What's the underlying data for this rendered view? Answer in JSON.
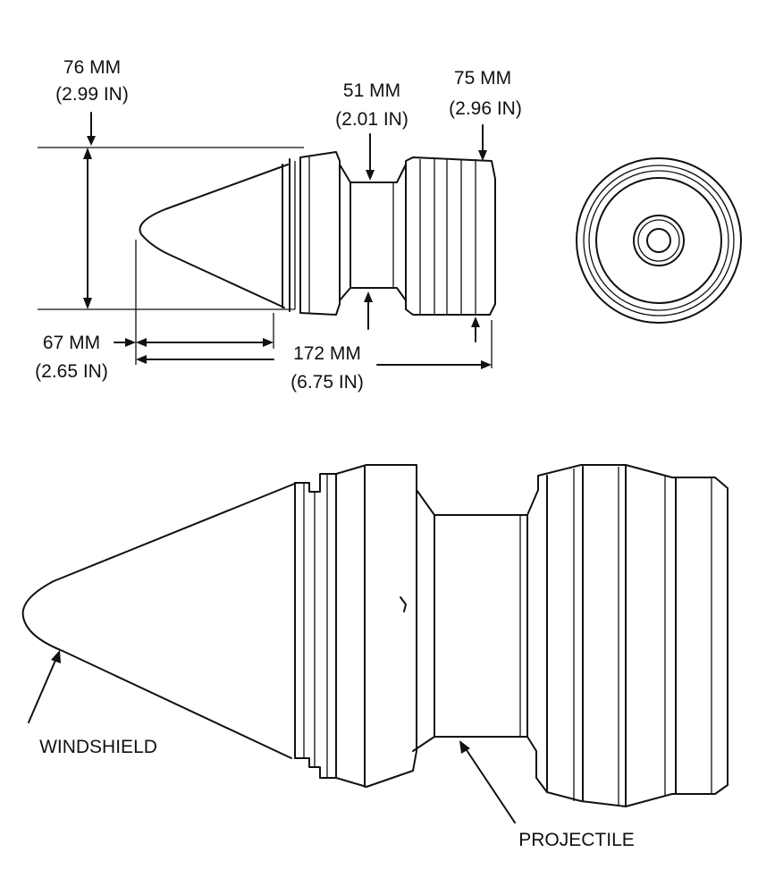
{
  "dimensions": {
    "height": {
      "mm": "76 MM",
      "in": "(2.99 IN)"
    },
    "neck": {
      "mm": "51 MM",
      "in": "(2.01 IN)"
    },
    "rear": {
      "mm": "75 MM",
      "in": "(2.96 IN)"
    },
    "windshield_len": {
      "mm": "67 MM",
      "in": "(2.65 IN)"
    },
    "total_len": {
      "mm": "172 MM",
      "in": "(6.75 IN)"
    }
  },
  "callouts": {
    "windshield": "WINDSHIELD",
    "projectile": "PROJECTILE"
  }
}
